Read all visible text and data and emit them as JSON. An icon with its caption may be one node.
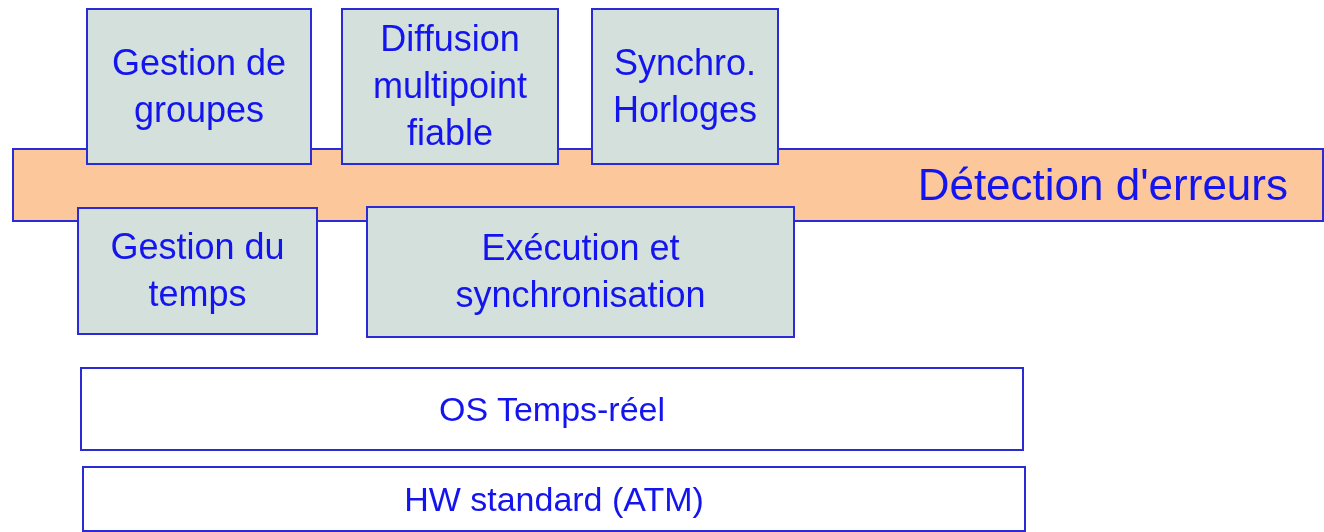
{
  "diagram": {
    "nodes": [
      {
        "text": [
          "Gestion de groupes"
        ]
      },
      {
        "text": [
          "Diffusion multipoint fiable"
        ]
      },
      {
        "text": [
          "Synchro. Horloges"
        ]
      },
      {
        "text": [
          "Détection d'erreurs"
        ]
      },
      {
        "text": [
          "Gestion du temps"
        ]
      },
      {
        "text": [
          "Exécution et synchronisation"
        ]
      },
      {
        "text": [
          "OS Temps-réel"
        ]
      },
      {
        "text": [
          "HW standard (ATM)"
        ]
      }
    ]
  }
}
